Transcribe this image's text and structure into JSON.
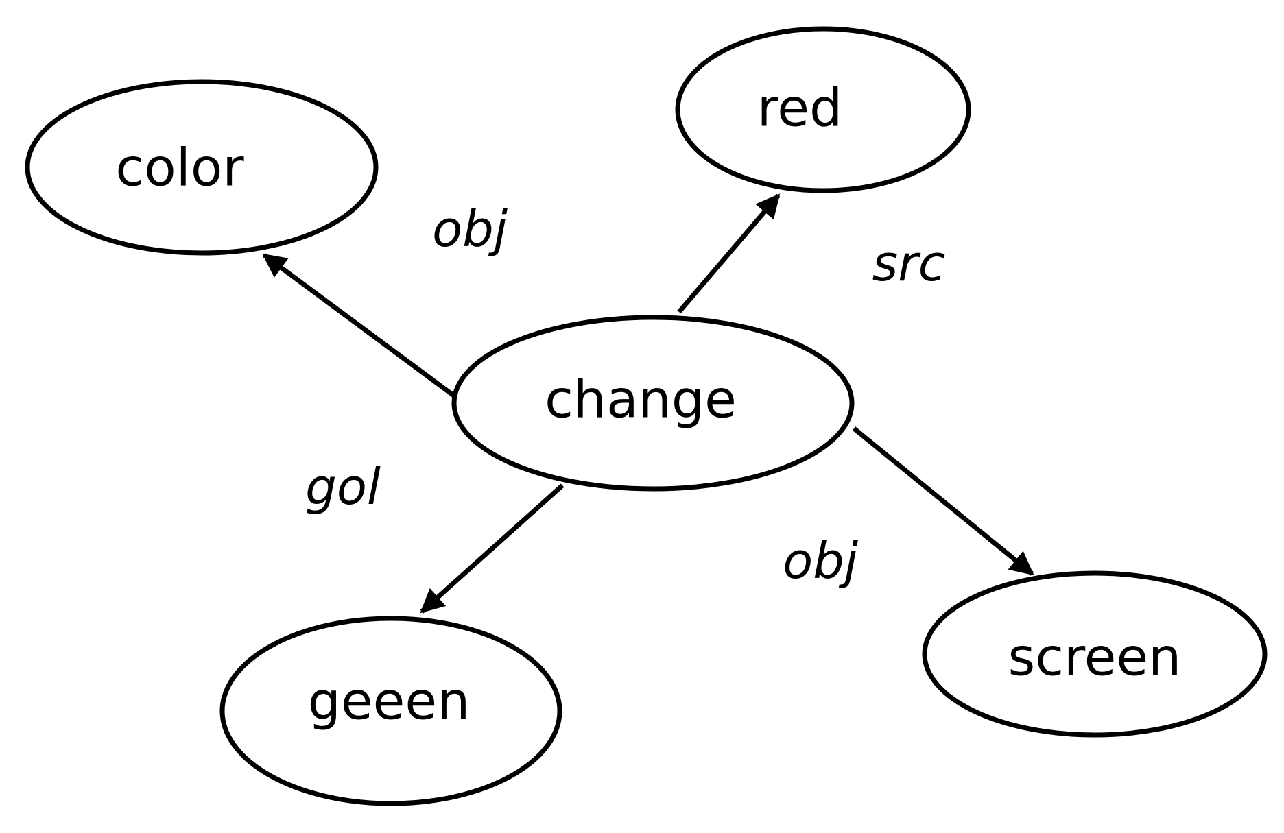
{
  "diagram": {
    "nodes": {
      "change": "change",
      "color": "color",
      "red": "red",
      "geeen": "geeen",
      "screen": "screen"
    },
    "edges": {
      "change_color": "obj",
      "change_red": "src",
      "change_geeen": "gol",
      "change_screen": "obj"
    },
    "colors": {
      "stroke": "#000000",
      "background": "#ffffff"
    }
  }
}
